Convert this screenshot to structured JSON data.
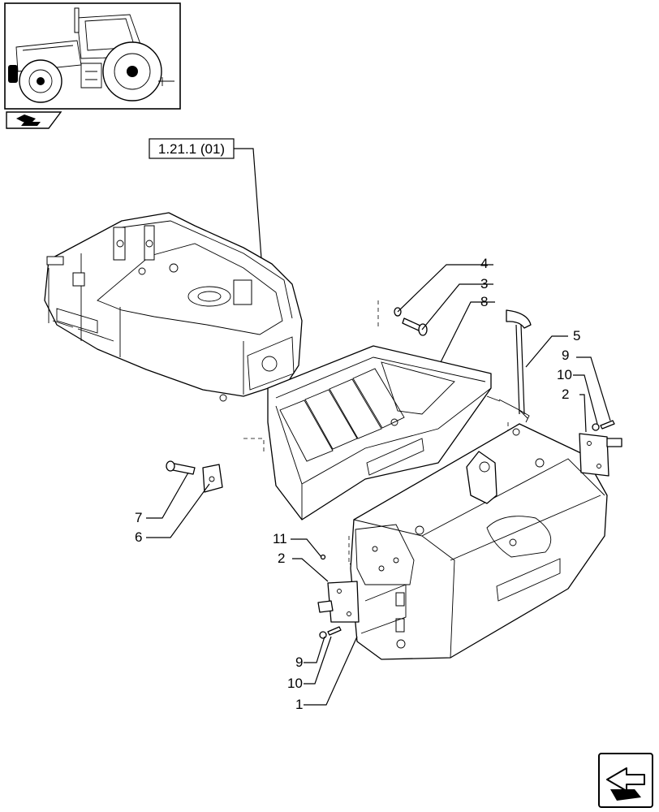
{
  "reference": {
    "label": "1.21.1 (01)"
  },
  "callouts": [
    "4",
    "3",
    "8",
    "5",
    "9",
    "10",
    "2",
    "7",
    "6",
    "11",
    "2",
    "9",
    "10",
    "1"
  ],
  "thumbnail": {
    "icon": "tractor-icon"
  },
  "nav_icons": {
    "top": "book-arrow-icon",
    "bottom": "next-page-arrow-icon"
  }
}
